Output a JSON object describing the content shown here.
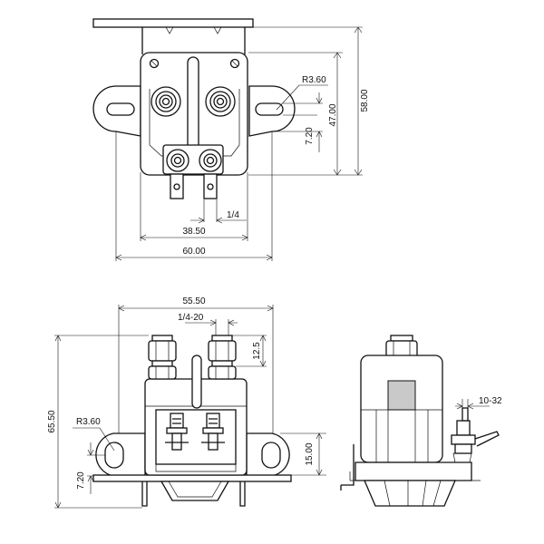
{
  "top_view": {
    "dim_width_overall": "60.00",
    "dim_width_body": "38.50",
    "dim_terminal": "1/4",
    "dim_height_overall": "58.00",
    "dim_height_body": "47.00",
    "dim_slot_offset": "7.20",
    "dim_radius": "R3.60"
  },
  "front_view": {
    "dim_width": "55.50",
    "dim_stud_thread": "1/4-20",
    "dim_stud_height": "12.5",
    "dim_height": "65.50",
    "dim_radius": "R3.60",
    "dim_slot_offset": "7.20",
    "dim_slot_height": "15.00"
  },
  "side_view": {
    "dim_thread": "10-32"
  }
}
